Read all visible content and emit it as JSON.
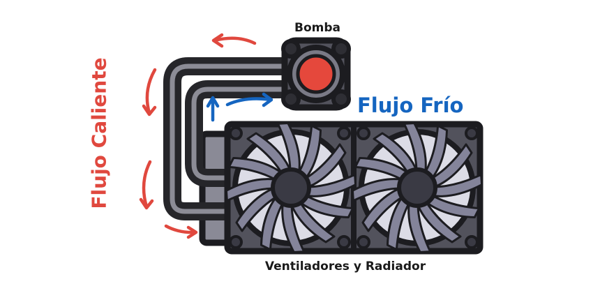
{
  "labels": {
    "pump": "Bomba",
    "cold_flow": "Flujo Frío",
    "hot_flow": "Flujo Caliente",
    "radiator": "Ventiladores y Radiador"
  },
  "colors": {
    "hot": "#e0483e",
    "cold": "#1565c0",
    "tube": "#26262a",
    "pump_core": "#e5483c",
    "fan_frame": "#52525c",
    "fan_blade": "#84849a",
    "radiator_body": "#8a8a96"
  },
  "icons": [
    "pump-icon",
    "fan-icon",
    "tube-icon",
    "arrow-icon"
  ]
}
